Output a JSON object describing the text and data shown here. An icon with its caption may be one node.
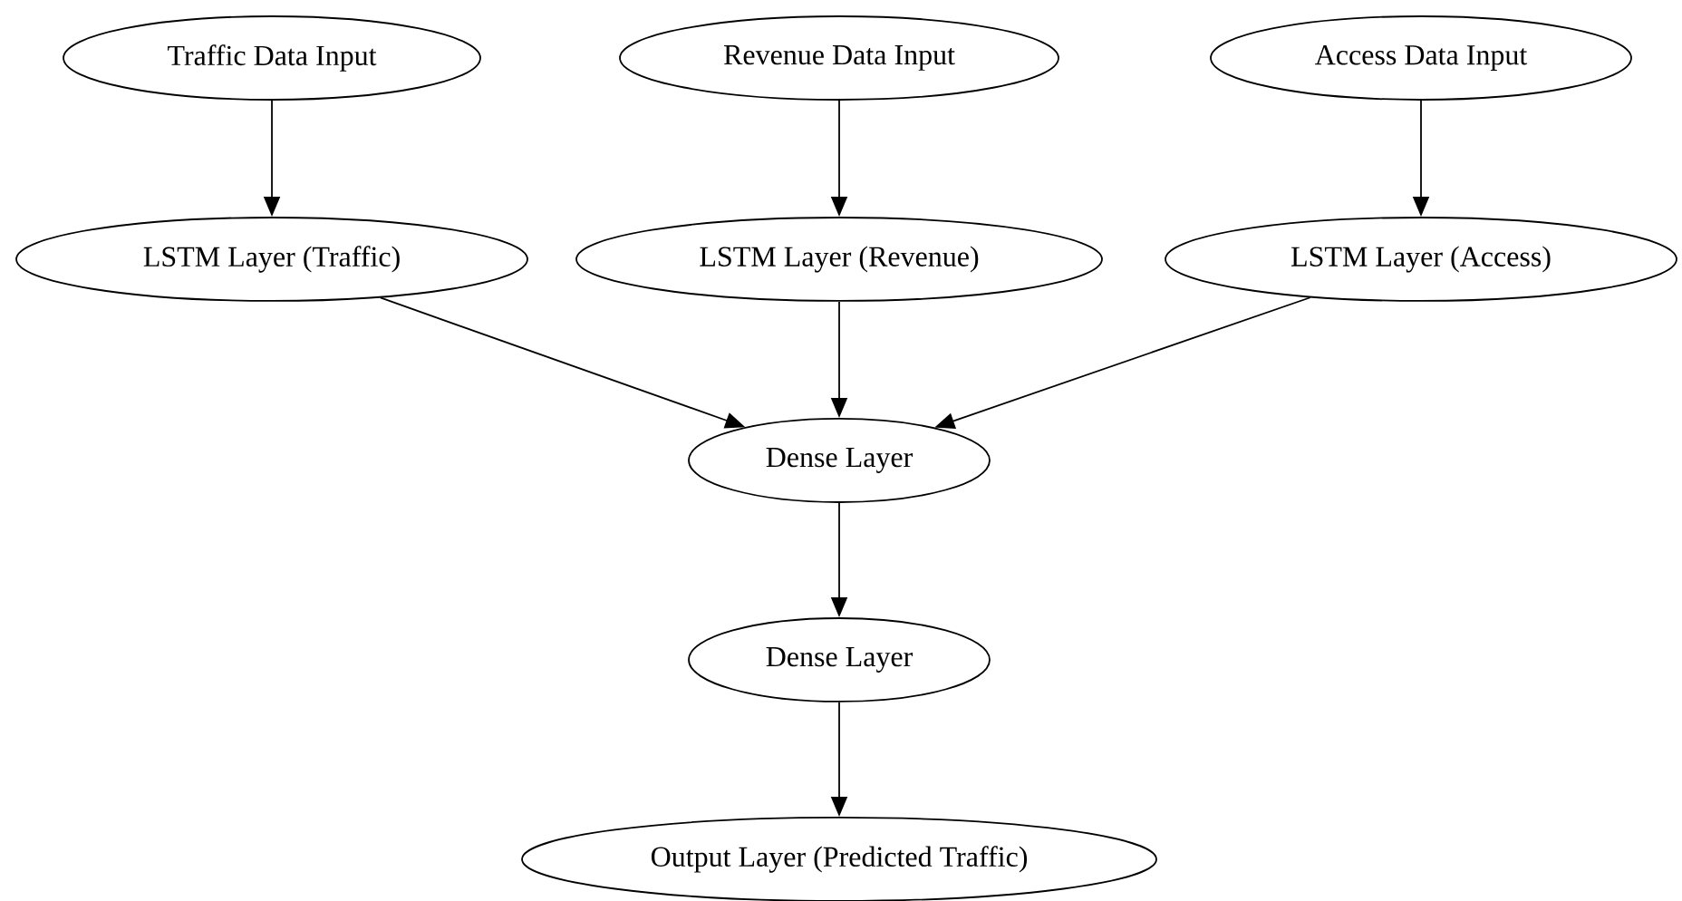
{
  "diagram": {
    "nodes": [
      {
        "text": [
          "Traffic Data Input"
        ]
      },
      {
        "text": [
          "Revenue Data Input"
        ]
      },
      {
        "text": [
          "Access Data Input"
        ]
      },
      {
        "text": [
          "LSTM Layer (Traffic)"
        ]
      },
      {
        "text": [
          "LSTM Layer (Revenue)"
        ]
      },
      {
        "text": [
          "LSTM Layer (Access)"
        ]
      },
      {
        "text": [
          "Dense Layer"
        ]
      },
      {
        "text": [
          "Dense Layer"
        ]
      },
      {
        "text": [
          "Output Layer (Predicted Traffic)"
        ]
      }
    ],
    "edges": [
      {
        "from": 0,
        "to": 3,
        "arrow": "to"
      },
      {
        "from": 1,
        "to": 4,
        "arrow": "to"
      },
      {
        "from": 2,
        "to": 5,
        "arrow": "to"
      },
      {
        "from": 3,
        "to": 6,
        "arrow": "to"
      },
      {
        "from": 4,
        "to": 6,
        "arrow": "to"
      },
      {
        "from": 5,
        "to": 6,
        "arrow": "to"
      },
      {
        "from": 6,
        "to": 7,
        "arrow": "to"
      },
      {
        "from": 7,
        "to": 8,
        "arrow": "to"
      }
    ]
  }
}
